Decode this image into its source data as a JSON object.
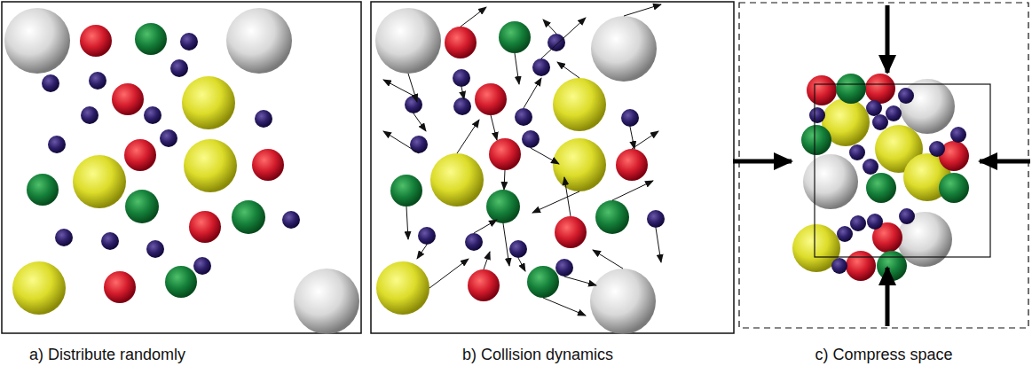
{
  "diagram": {
    "labels": [
      "a) Distribute randomly",
      "b) Collision dynamics",
      "c) Compress space"
    ]
  }
}
